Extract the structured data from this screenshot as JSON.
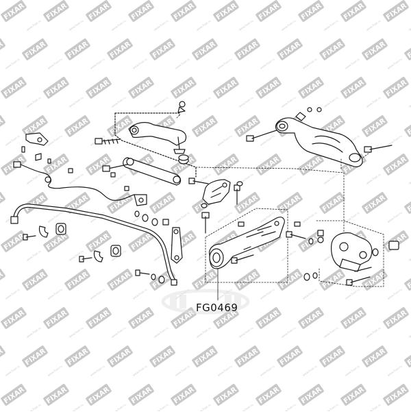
{
  "watermark": {
    "brand": "FIXAR",
    "url": "www.fixar.ru",
    "color": "#c8c8c8"
  },
  "center_logo": {
    "brand": "AUTODOC",
    "color": "#e6e6e6"
  },
  "diagram": {
    "part_number": "FG0469",
    "line_color": "#1a1a1a"
  }
}
